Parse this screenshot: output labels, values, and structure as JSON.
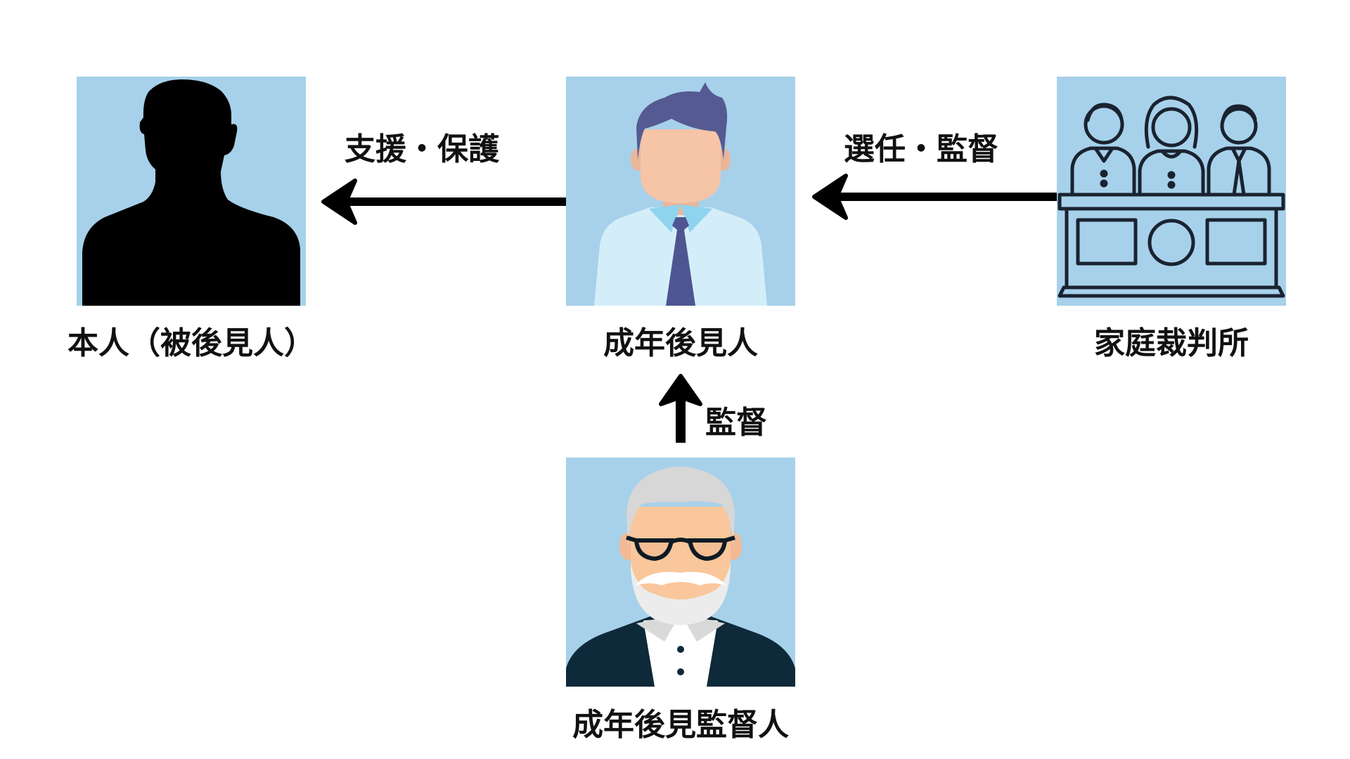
{
  "nodes": {
    "principal": {
      "label": "本人（被後見人）",
      "icon": "person-silhouette-icon"
    },
    "guardian": {
      "label": "成年後見人",
      "icon": "businessman-icon"
    },
    "court": {
      "label": "家庭裁判所",
      "icon": "court-judges-icon"
    },
    "supervisor": {
      "label": "成年後見監督人",
      "icon": "elderly-man-icon"
    }
  },
  "edges": {
    "guardian_to_principal": {
      "label": "支援・保護"
    },
    "court_to_guardian": {
      "label": "選任・監督"
    },
    "supervisor_to_guardian": {
      "label": "監督"
    }
  },
  "colors": {
    "node_background": "#a7d1ea",
    "arrow": "#000000",
    "text": "#111111"
  }
}
